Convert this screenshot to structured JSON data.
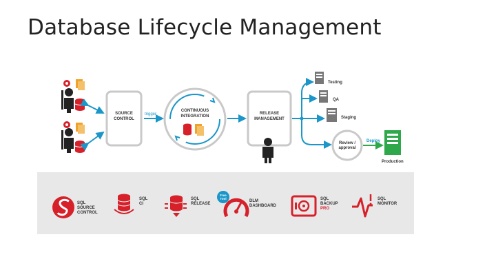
{
  "slide": {
    "title": "Database Lifecycle Management"
  },
  "diagram": {
    "source_control": [
      "SOURCE",
      "CONTROL"
    ],
    "trigger": "trigger",
    "ci": [
      "CONTINUOUS",
      "INTEGRATION"
    ],
    "release": [
      "RELEASE",
      "MANAGEMENT"
    ],
    "envs": {
      "testing": "Testing",
      "qa": "QA",
      "staging": "Staging",
      "review": [
        "Review /",
        "approval"
      ],
      "deploy": "Deploy",
      "production": "Production"
    }
  },
  "products": [
    {
      "name": [
        "SQL",
        "SOURCE",
        "CONTROL"
      ],
      "icon": "source-control-logo-icon"
    },
    {
      "name": [
        "SQL",
        "CI"
      ],
      "icon": "sql-ci-icon"
    },
    {
      "name": [
        "SQL",
        "RELEASE"
      ],
      "icon": "sql-release-icon"
    },
    {
      "name": [
        "DLM",
        "DASHBOARD"
      ],
      "icon": "dashboard-gauge-icon",
      "badge": [
        "Free",
        "Tool"
      ]
    },
    {
      "name": [
        "SQL",
        "BACKUP",
        "PRO"
      ],
      "icon": "backup-safe-icon"
    },
    {
      "name": [
        "SQL",
        "MONITOR"
      ],
      "icon": "monitor-pulse-icon"
    }
  ],
  "colors": {
    "red": "#d6202a",
    "blue": "#1a96c8",
    "green": "#2ea84a",
    "gray": "#9a9a9a",
    "panel": "#e8e8e8"
  }
}
